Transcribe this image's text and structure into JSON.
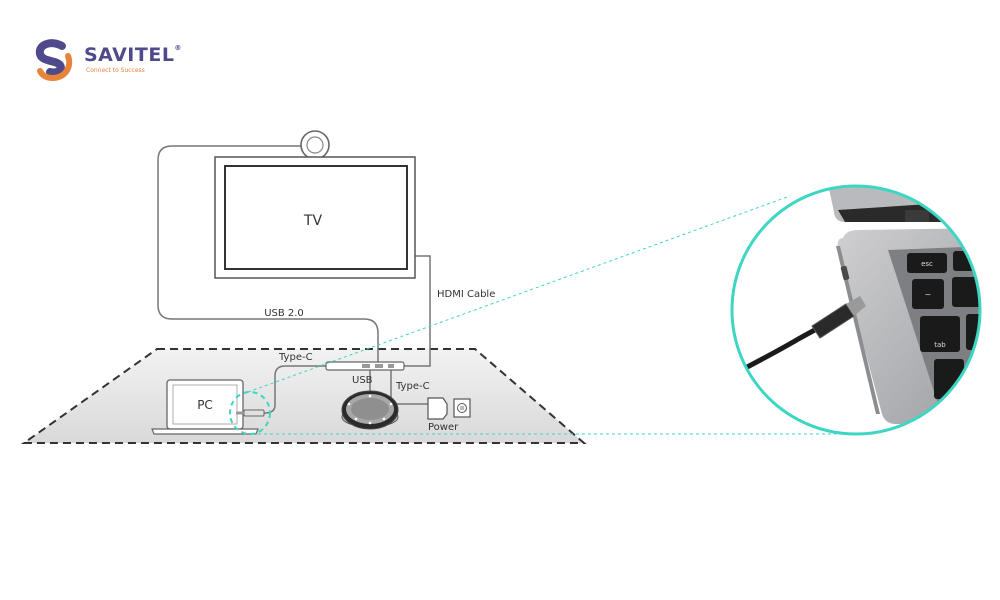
{
  "brand": {
    "name": "SAVITEL",
    "registered": "®",
    "tagline": "Connect to Success",
    "colors": {
      "purple": "#4f4a8c",
      "orange": "#e8833a"
    }
  },
  "labels": {
    "tv": "TV",
    "usb20": "USB 2.0",
    "hdmi": "HDMI Cable",
    "typec_top": "Type-C",
    "usb": "USB",
    "typec_right": "Type-C",
    "pc": "PC",
    "power": "Power"
  },
  "zoom_key_labels": [
    "esc",
    "~",
    "tab"
  ],
  "colors": {
    "accent": "#3dd6c3",
    "line": "#777777",
    "dash": "#333333"
  }
}
